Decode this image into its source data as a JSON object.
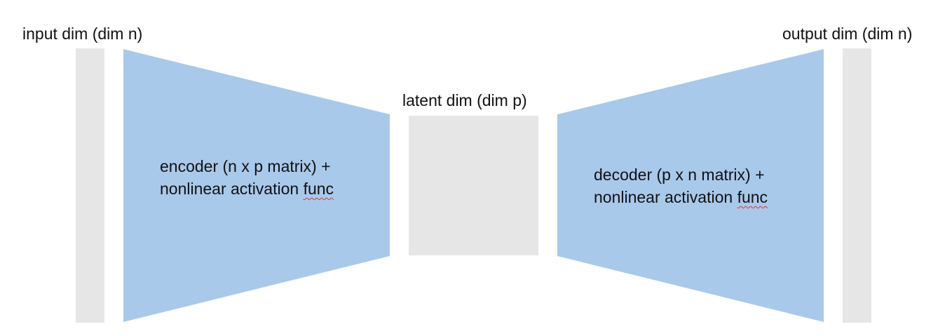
{
  "diagram": {
    "input": {
      "label": "input dim (dim n)"
    },
    "output": {
      "label": "output dim (dim n)"
    },
    "latent": {
      "label": "latent dim (dim p)"
    },
    "encoder": {
      "line1": "encoder (n x p matrix) +",
      "line2_main": "nonlinear activation ",
      "line2_flagged": "func"
    },
    "decoder": {
      "line1": "decoder (p x n matrix) +",
      "line2_main": "nonlinear activation ",
      "line2_flagged": "func"
    }
  },
  "colors": {
    "trapezoid_fill": "#a9c9eb",
    "layer_fill": "#e6e6e6",
    "spellcheck_underline": "#e0322e"
  }
}
